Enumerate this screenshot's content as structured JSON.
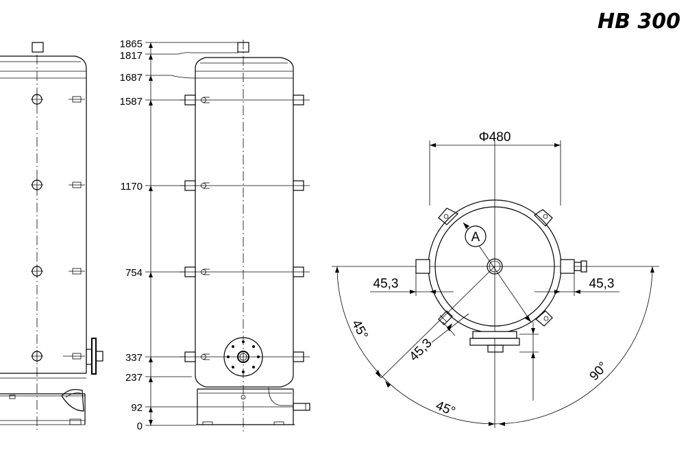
{
  "title": "HB 300",
  "elevations": [
    {
      "label": "1865",
      "value": 1865
    },
    {
      "label": "1817",
      "value": 1817
    },
    {
      "label": "1687",
      "value": 1687
    },
    {
      "label": "1587",
      "value": 1587
    },
    {
      "label": "1170",
      "value": 1170
    },
    {
      "label": "754",
      "value": 754
    },
    {
      "label": "337",
      "value": 337
    },
    {
      "label": "237",
      "value": 237
    },
    {
      "label": "92",
      "value": 92
    },
    {
      "label": "0",
      "value": 0
    }
  ],
  "plan_view": {
    "diameter_label": "Φ480",
    "left_offset_label": "45,3",
    "right_offset_label": "45,3",
    "diag_offset_label": "45,3",
    "marker_label": "A",
    "angle_left_label": "45°",
    "angle_bottom_label": "45°",
    "angle_right_label": "90°"
  }
}
